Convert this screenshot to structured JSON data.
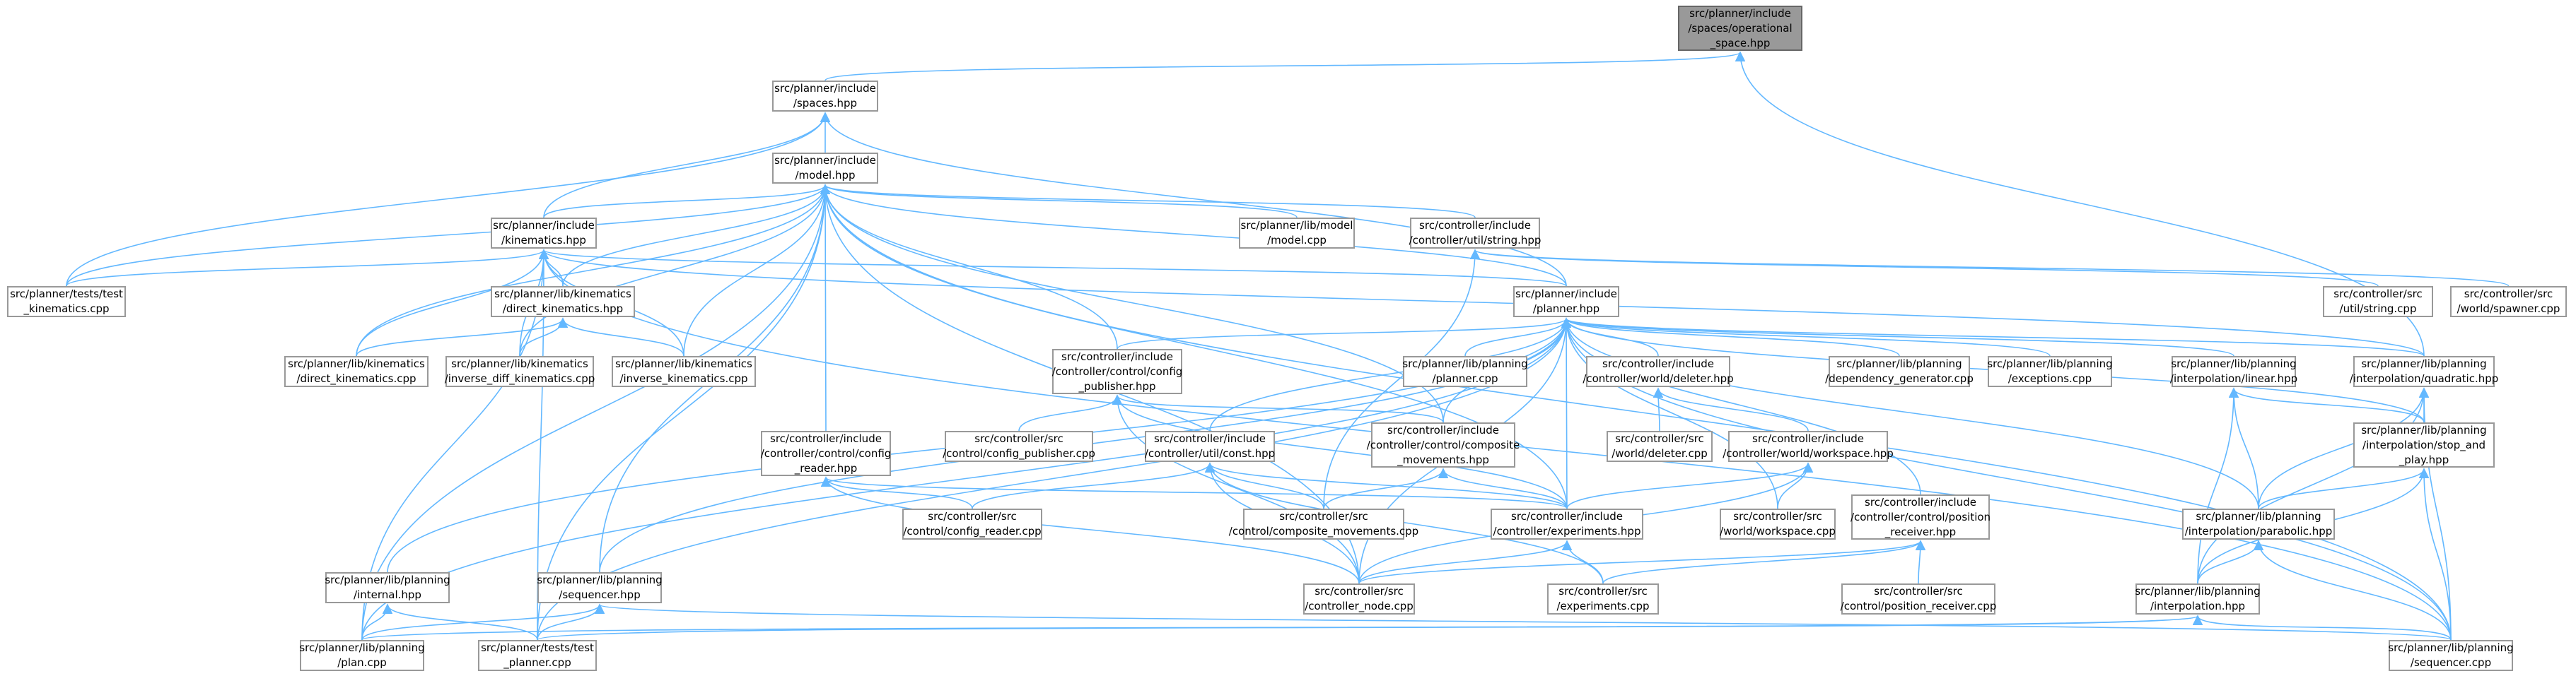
{
  "nodes": {
    "operational_space_hpp": "src/planner/include\n/spaces/operational\n_space.hpp",
    "spaces_hpp": "src/planner/include\n/spaces.hpp",
    "model_hpp": "src/planner/include\n/model.hpp",
    "kinematics_hpp": "src/planner/include\n/kinematics.hpp",
    "direct_kinematics_hpp": "src/planner/lib/kinematics\n/direct_kinematics.hpp",
    "test_kinematics_cpp": "src/planner/tests/test\n_kinematics.cpp",
    "direct_kinematics_cpp": "src/planner/lib/kinematics\n/direct_kinematics.cpp",
    "inverse_diff_kinematics_cpp": "src/planner/lib/kinematics\n/inverse_diff_kinematics.cpp",
    "inverse_kinematics_cpp": "src/planner/lib/kinematics\n/inverse_kinematics.cpp",
    "model_cpp": "src/planner/lib/model\n/model.cpp",
    "string_hpp": "src/controller/include\n/controller/util/string.hpp",
    "string_cpp": "src/controller/src\n/util/string.cpp",
    "spawner_cpp": "src/controller/src\n/world/spawner.cpp",
    "planner_hpp": "src/planner/include\n/planner.hpp",
    "config_publisher_hpp": "src/controller/include\n/controller/control/config\n_publisher.hpp",
    "planner_cpp": "src/planner/lib/planning\n/planner.cpp",
    "deleter_hpp": "src/controller/include\n/controller/world/deleter.hpp",
    "dependency_generator_cpp": "src/planner/lib/planning\n/dependency_generator.cpp",
    "exceptions_cpp": "src/planner/lib/planning\n/exceptions.cpp",
    "linear_hpp": "src/planner/lib/planning\n/interpolation/linear.hpp",
    "quadratic_hpp": "src/planner/lib/planning\n/interpolation/quadratic.hpp",
    "config_publisher_cpp": "src/controller/src\n/control/config_publisher.cpp",
    "deleter_cpp": "src/controller/src\n/world/deleter.cpp",
    "const_hpp": "src/controller/include\n/controller/util/const.hpp",
    "composite_movements_hpp": "src/controller/include\n/controller/control/composite\n_movements.hpp",
    "workspace_hpp": "src/controller/include\n/controller/world/workspace.hpp",
    "stop_and_play_hpp": "src/planner/lib/planning\n/interpolation/stop_and\n_play.hpp",
    "config_reader_hpp": "src/controller/include\n/controller/control/config\n_reader.hpp",
    "config_reader_cpp": "src/controller/src\n/control/config_reader.cpp",
    "composite_movements_cpp": "src/controller/src\n/control/composite_movements.cpp",
    "experiments_hpp": "src/controller/include\n/controller/experiments.hpp",
    "workspace_cpp": "src/controller/src\n/world/workspace.cpp",
    "position_receiver_hpp": "src/controller/include\n/controller/control/position\n_receiver.hpp",
    "parabolic_hpp": "src/planner/lib/planning\n/interpolation/parabolic.hpp",
    "internal_hpp": "src/planner/lib/planning\n/internal.hpp",
    "sequencer_hpp": "src/planner/lib/planning\n/sequencer.hpp",
    "controller_node_cpp": "src/controller/src\n/controller_node.cpp",
    "experiments_cpp": "src/controller/src\n/experiments.cpp",
    "position_receiver_cpp": "src/controller/src\n/control/position_receiver.cpp",
    "interpolation_hpp": "src/planner/lib/planning\n/interpolation.hpp",
    "plan_cpp": "src/planner/lib/planning\n/plan.cpp",
    "test_planner_cpp": "src/planner/tests/test\n_planner.cpp",
    "sequencer_cpp": "src/planner/lib/planning\n/sequencer.cpp"
  },
  "colors": {
    "edge": "#63b8ff",
    "node_border": "#999999",
    "root_fill": "#999999"
  }
}
